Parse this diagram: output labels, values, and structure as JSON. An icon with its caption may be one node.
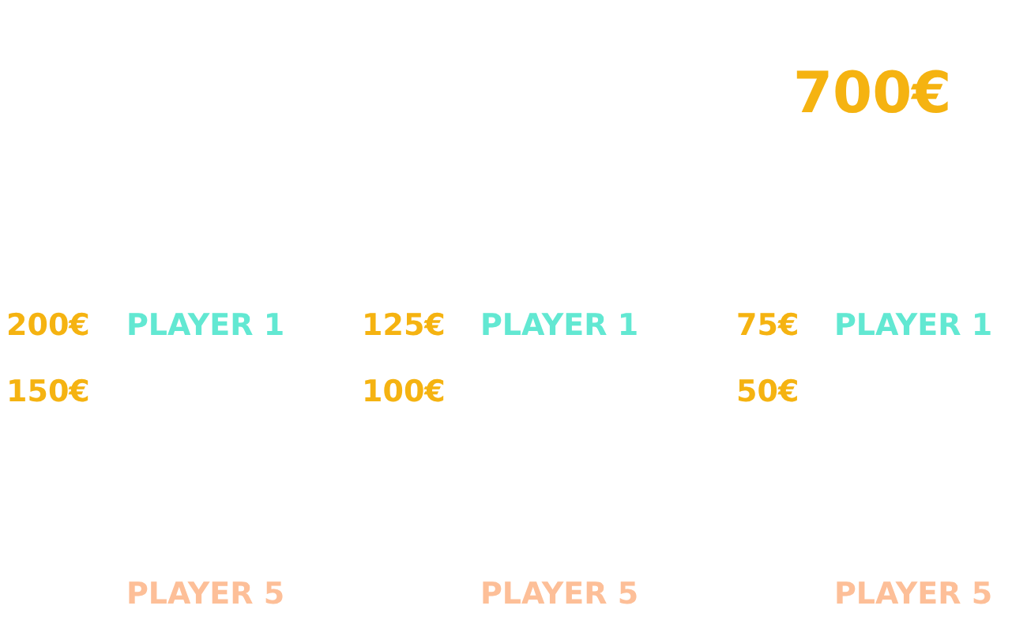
{
  "diagram": {
    "labels": [
      "700€",
      "200€",
      "PLAYER 1",
      "125€",
      "PLAYER 1",
      "75€",
      "PLAYER 1",
      "150€",
      "100€",
      "50€",
      "PLAYER 5",
      "PLAYER 5",
      "PLAYER 5"
    ]
  }
}
